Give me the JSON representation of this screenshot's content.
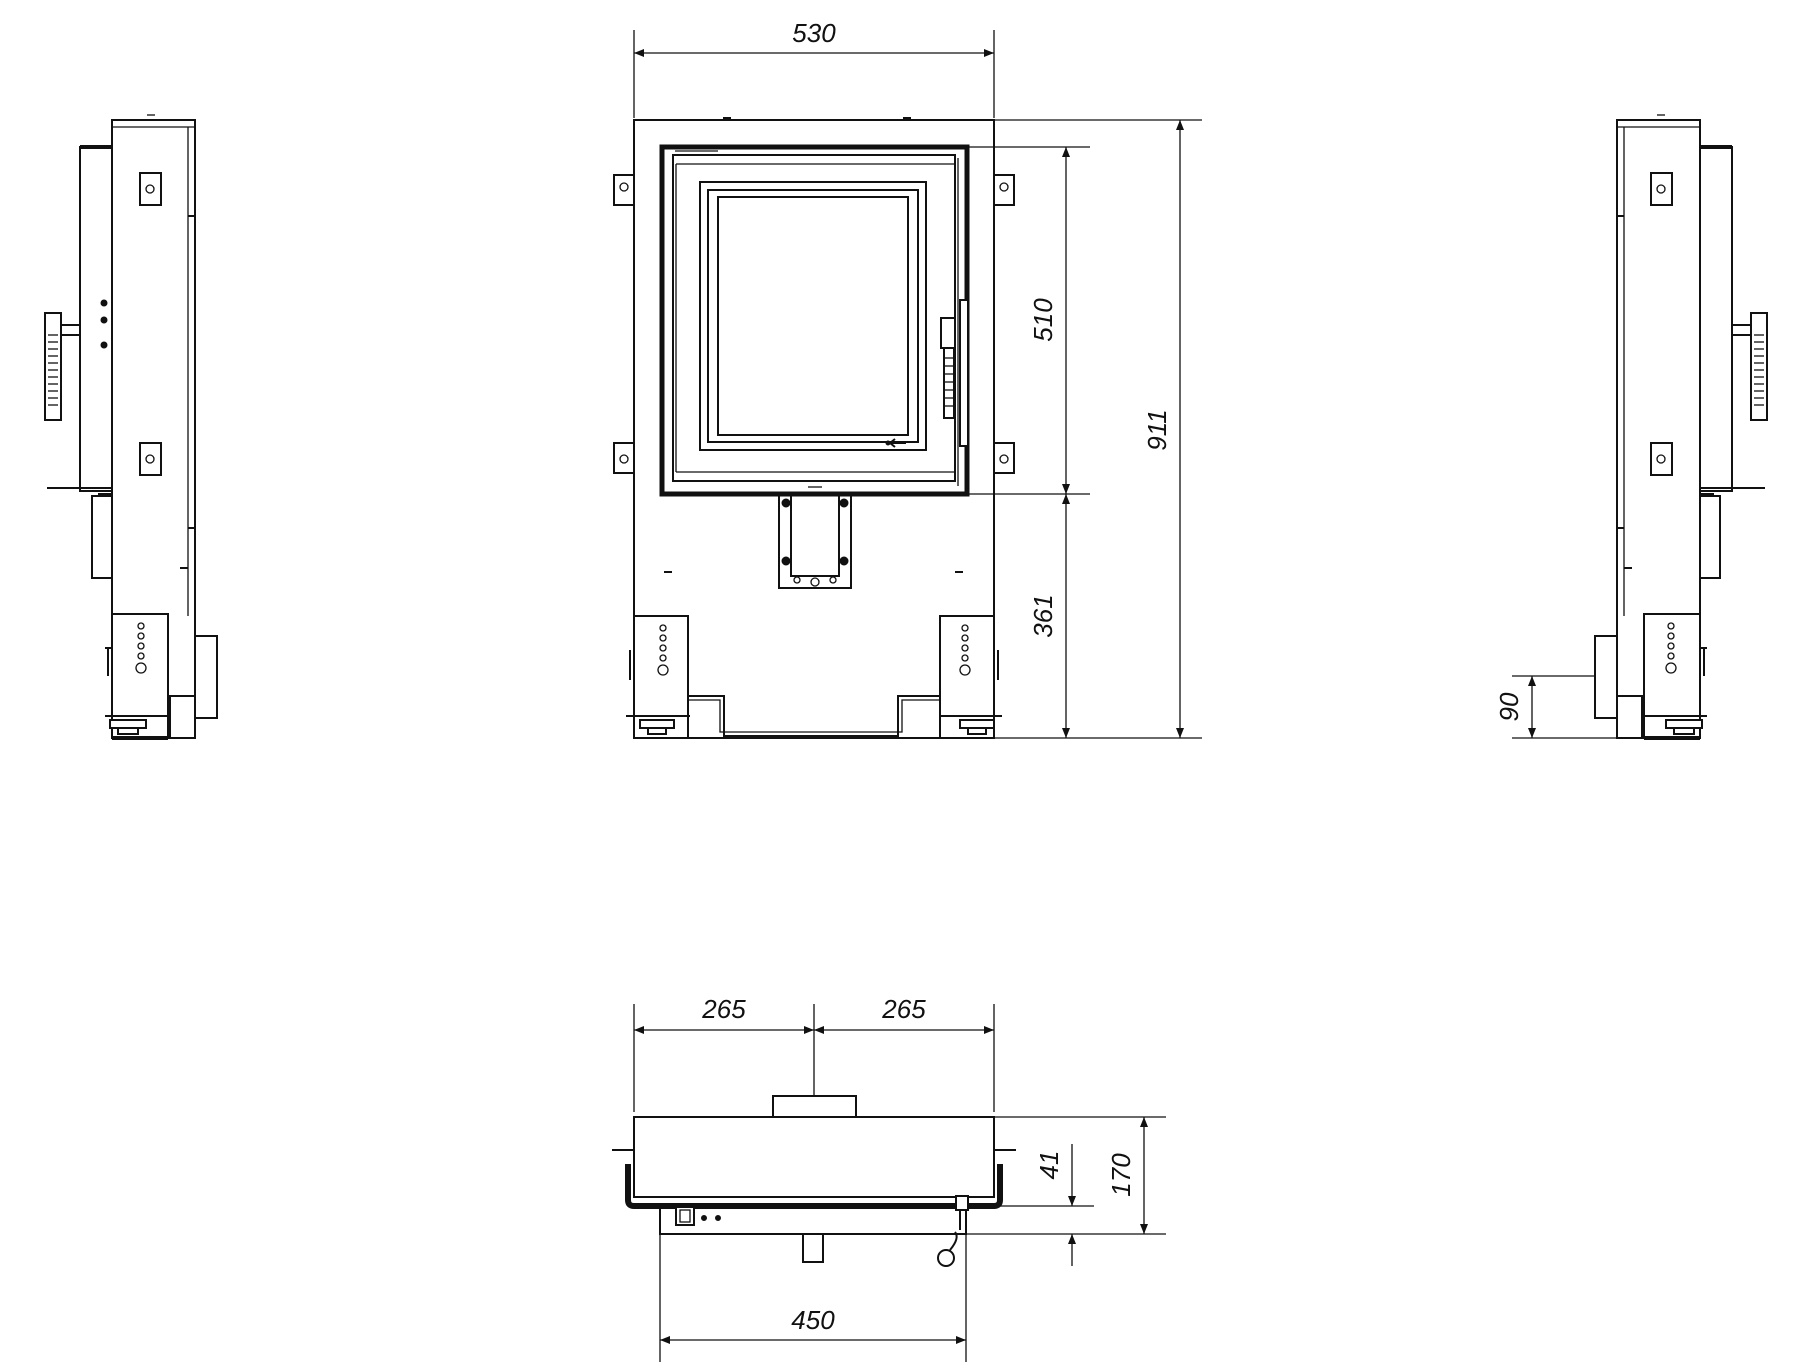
{
  "drawing": {
    "front_view": {
      "width_label": "530",
      "upper_height_label": "510",
      "lower_height_label": "361",
      "total_height_label": "911"
    },
    "right_view": {
      "base_height_label": "90"
    },
    "top_view": {
      "left_half_label": "265",
      "right_half_label": "265",
      "depth_small_label": "41",
      "depth_total_label": "170",
      "bottom_width_label": "450"
    }
  }
}
